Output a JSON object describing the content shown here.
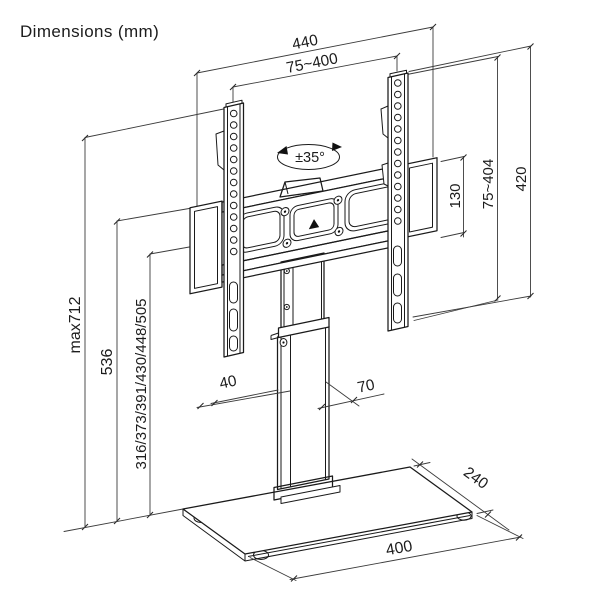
{
  "title": "Dimensions (mm)",
  "dimensions": {
    "overall_width": "440",
    "vesa_width_range": "75~400",
    "swivel_angle": "±35°",
    "bracket_height": "130",
    "vesa_height_range": "75~404",
    "rail_height": "420",
    "max_total_height": "max712",
    "bracket_top_height": "536",
    "height_positions": "316/373/391/430/448/505",
    "column_depth": "40",
    "column_width": "70",
    "base_depth": "240",
    "base_width": "400"
  },
  "colors": {
    "line": "#1a1a1a",
    "dimension_line": "#3c3c3c",
    "background": "#ffffff"
  }
}
